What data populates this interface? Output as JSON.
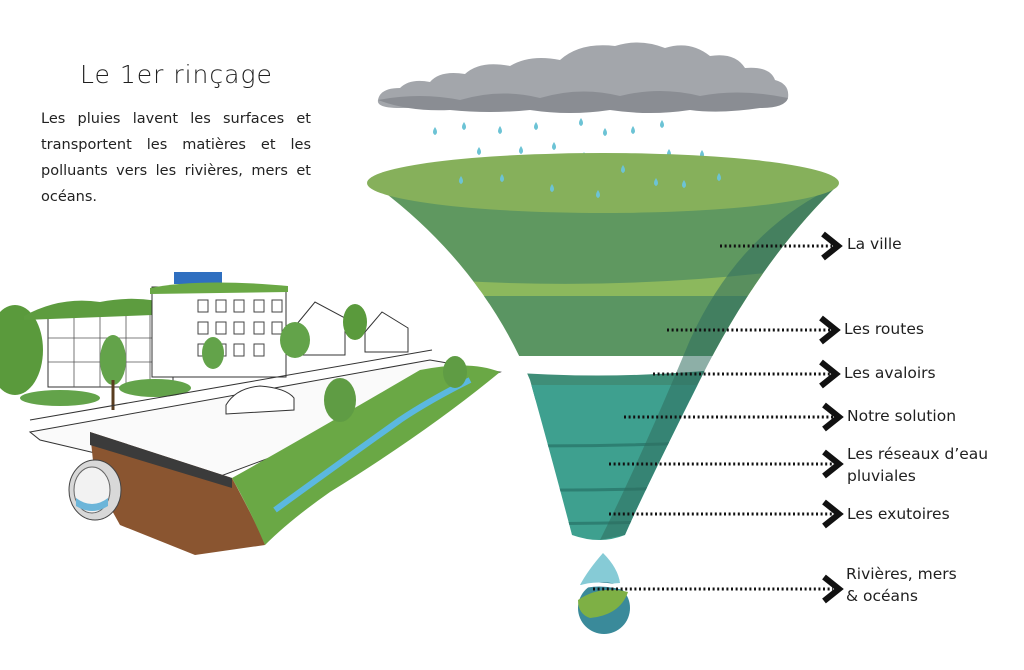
{
  "header": {
    "title": "Le 1er rinçage",
    "description": "Les pluies lavent les surfaces et transportent les matières et les polluants vers les rivières, mers et océans."
  },
  "funnel": {
    "levels": [
      {
        "label": "La ville"
      },
      {
        "label": "Les routes"
      },
      {
        "label": "Les avaloirs"
      },
      {
        "label": "Notre solution"
      },
      {
        "label_line1": "Les réseaux d’eau",
        "label_line2": "pluviales"
      },
      {
        "label": "Les exutoires"
      },
      {
        "label_line1": "Rivières, mers",
        "label_line2": "& océans"
      }
    ]
  },
  "colors": {
    "cloud_light": "#a3a6ab",
    "cloud_dark": "#8a8d93",
    "rain": "#6cc3d5",
    "funnel_top": "#86b05b",
    "funnel_green": "#5f9860",
    "funnel_band": "#8cb85d",
    "funnel_teal": "#3a8f80",
    "funnel_teal_light": "#3ea08f",
    "drop_top": "#86cbd6",
    "drop_leaf": "#7eb045",
    "drop_bottom": "#3a8a9a"
  }
}
